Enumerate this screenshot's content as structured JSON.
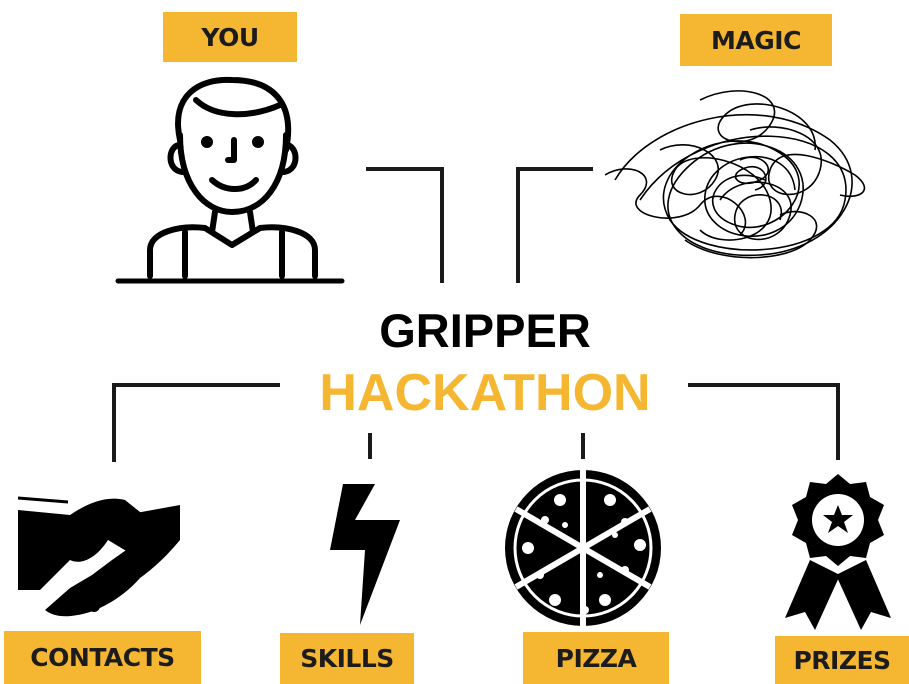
{
  "title": {
    "line1": "GRIPPER",
    "line2": "HACKATHON"
  },
  "nodes": {
    "you": "YOU",
    "magic": "MAGIC",
    "contacts": "CONTACTS",
    "skills": "SKILLS",
    "pizza": "PIZZA",
    "prizes": "PRIZES"
  },
  "icons": [
    "person-icon",
    "scribble-icon",
    "handshake-icon",
    "lightning-icon",
    "pizza-icon",
    "award-icon"
  ],
  "colors": {
    "accent": "#f5b731",
    "ink": "#000000",
    "background": "#ffffff"
  }
}
